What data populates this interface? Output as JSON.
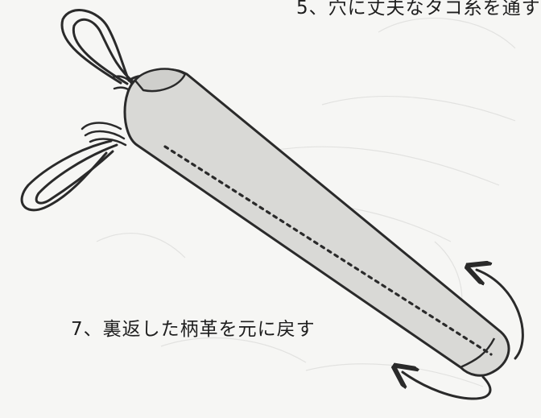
{
  "captions": {
    "top": "5、穴に丈夫なタコ糸を通す",
    "step7": "7、裏返した柄革を元に戻す"
  },
  "illustration": {
    "subject": "leather-handle-tube-with-string-loops",
    "stroke_color": "#2a2a2a",
    "fill_color": "#d9d9d6",
    "background_color": "#f6f6f4"
  }
}
